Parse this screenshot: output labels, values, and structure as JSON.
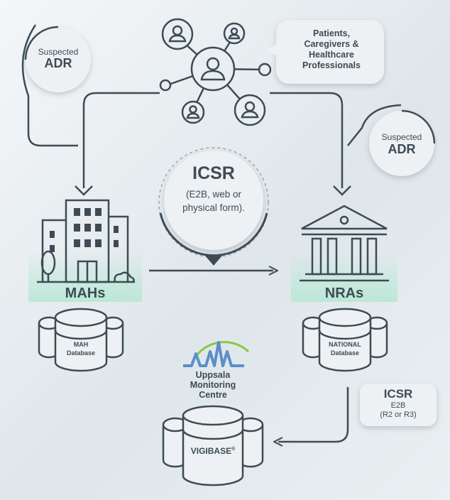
{
  "network": {
    "label": "Patients,\nCaregivers &\nHealthcare\nProfessionals"
  },
  "adr_left": {
    "prefix": "Suspected",
    "main": "ADR"
  },
  "adr_right": {
    "prefix": "Suspected",
    "main": "ADR"
  },
  "icsr_center": {
    "title": "ICSR",
    "body": "(E2B, web or\nphysical form)."
  },
  "mahs": {
    "label": "MAHs",
    "db_line1": "MAH",
    "db_line2": "Database"
  },
  "nras": {
    "label": "NRAs",
    "db_line1": "NATIONAL",
    "db_line2": "Database"
  },
  "umc": {
    "name": "Uppsala\nMonitoring\nCentre",
    "brand_color": "#5b8fc9",
    "accent_color": "#8cc63f"
  },
  "vigibase": {
    "label": "VIGIBASE",
    "mark": "®"
  },
  "icsr_bottom": {
    "title": "ICSR",
    "line1": "E2B",
    "line2": "(R2 or R3)"
  },
  "colors": {
    "stroke": "#3d4b55",
    "glow": "#b9e8d4",
    "bubble": "#eef1f3"
  }
}
